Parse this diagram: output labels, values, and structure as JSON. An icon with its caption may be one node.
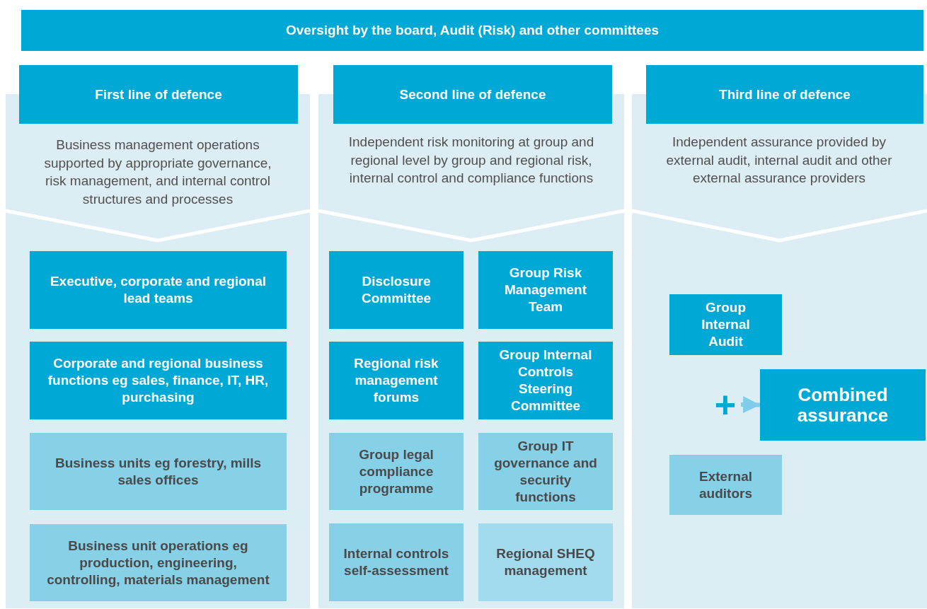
{
  "diagram": {
    "nodes": [
      {
        "text": [
          "Oversight by the board, Audit (Risk) and other committees"
        ]
      },
      {
        "text": [
          "First line of defence",
          "Business management operations supported by appropriate governance, risk management, and internal control structures and processes"
        ]
      },
      {
        "text": [
          "Executive, corporate and regional lead teams"
        ],
        "in": 1
      },
      {
        "text": [
          "Corporate and regional business functions eg sales, finance, IT, HR, purchasing"
        ],
        "in": 1
      },
      {
        "text": [
          "Business units eg forestry, mills sales offices"
        ],
        "in": 1
      },
      {
        "text": [
          "Business unit operations eg production, engineering, controlling, materials management"
        ],
        "in": 1
      },
      {
        "text": [
          "Second line of defence",
          "Independent risk monitoring at group and regional level by group and regional risk, internal control and compliance functions"
        ]
      },
      {
        "text": [
          "Disclosure Committee"
        ],
        "in": 6
      },
      {
        "text": [
          "Group Risk Management Team"
        ],
        "in": 6
      },
      {
        "text": [
          "Regional risk management forums"
        ],
        "in": 6
      },
      {
        "text": [
          "Group Internal Controls Steering Committee"
        ],
        "in": 6
      },
      {
        "text": [
          "Group legal compliance programme"
        ],
        "in": 6
      },
      {
        "text": [
          "Group IT governance and security functions"
        ],
        "in": 6
      },
      {
        "text": [
          "Internal controls self-assessment"
        ],
        "in": 6
      },
      {
        "text": [
          "Regional SHEQ management"
        ],
        "in": 6
      },
      {
        "text": [
          "Third line of defence",
          "Independent assurance provided by external audit, internal audit and other external assurance providers"
        ]
      },
      {
        "text": [
          "Group Internal Audit"
        ],
        "in": 15
      },
      {
        "text": [
          "+"
        ],
        "in": 15
      },
      {
        "text": [
          "External auditors"
        ],
        "in": 15
      },
      {
        "text": [
          "Combined assurance"
        ],
        "in": 15
      }
    ],
    "edges": [
      {
        "from": 17,
        "to": 19,
        "arrow": "to"
      }
    ]
  }
}
